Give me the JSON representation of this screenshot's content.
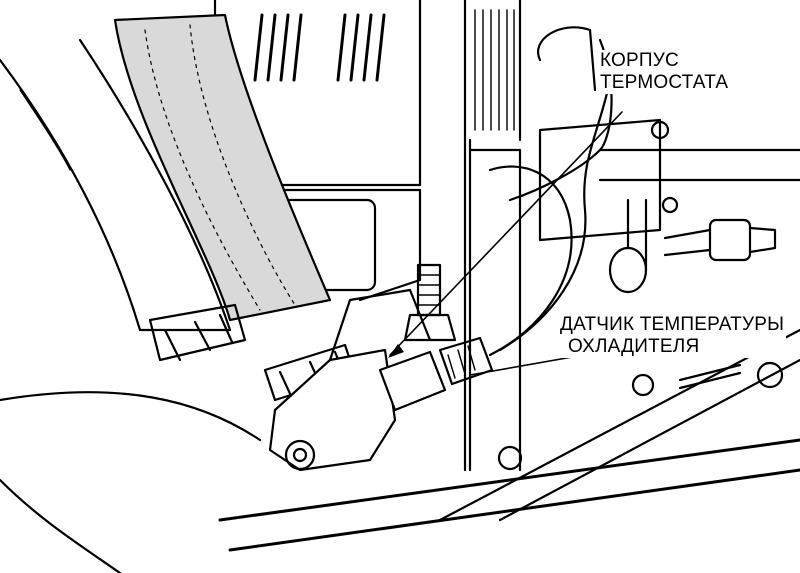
{
  "labels": {
    "thermostat_housing": {
      "line1": "КОРПУС",
      "line2": "ТЕРМОСТАТА"
    },
    "coolant_temp_sensor": {
      "line1": "ДАТЧИК ТЕМПЕРАТУРЫ",
      "line2": "ОХЛАДИТЕЛЯ"
    }
  },
  "colors": {
    "ink": "#000000",
    "paper": "#ffffff",
    "shade": "#d9d9d9"
  }
}
